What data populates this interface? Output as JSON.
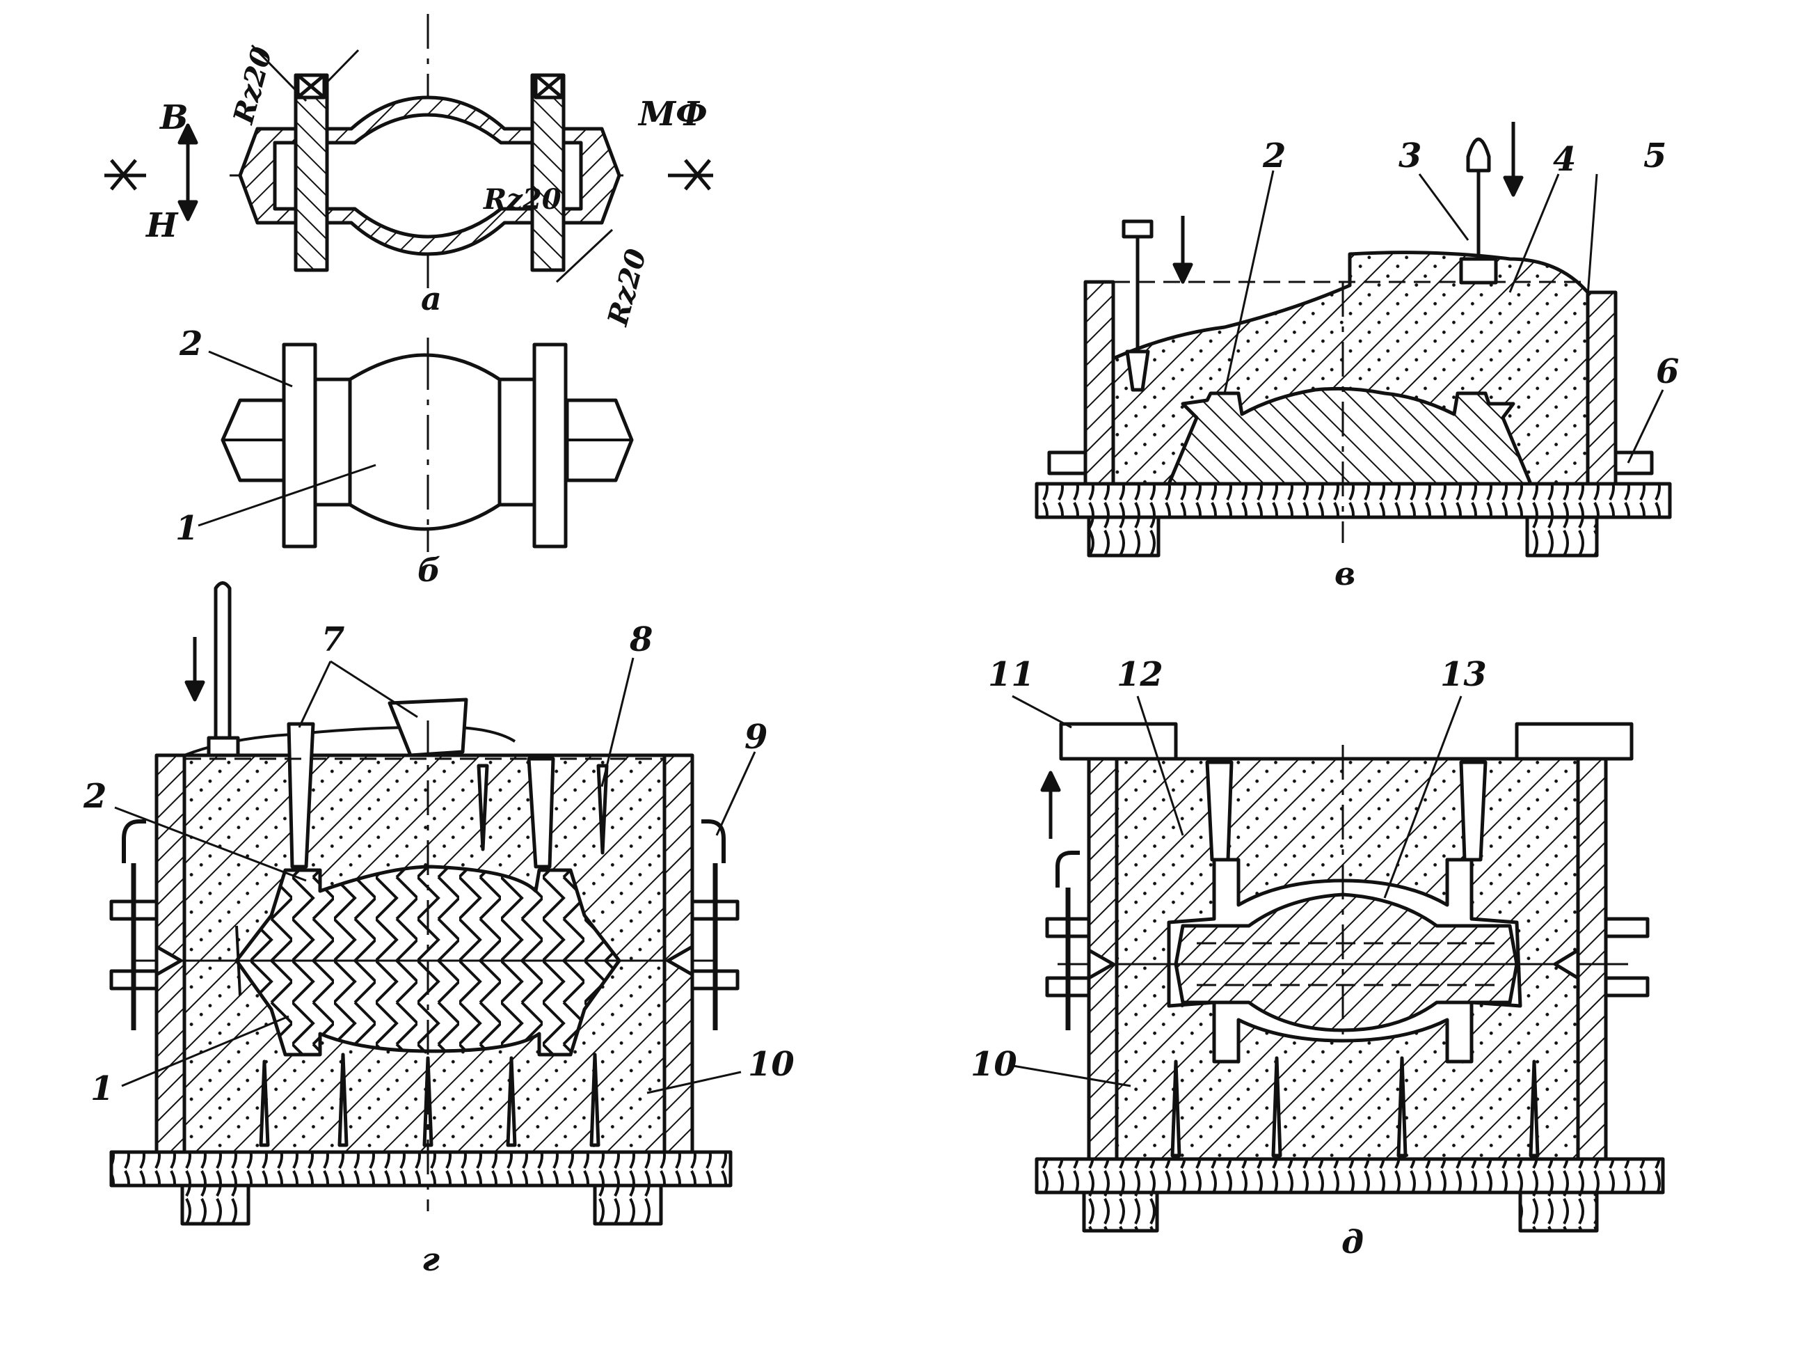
{
  "figure": {
    "captions": [
      "а",
      "б",
      "в",
      "г",
      "д"
    ],
    "panel_a": {
      "left_top": "В",
      "left_bottom": "Н",
      "right_label": "МФ",
      "roughness": [
        "Rz20",
        "Rz20",
        "Rz20"
      ]
    },
    "callouts": {
      "b": [
        "2",
        "1"
      ],
      "v": [
        "2",
        "3",
        "4",
        "5",
        "6"
      ],
      "g": [
        "7",
        "8",
        "9",
        "2",
        "1",
        "10"
      ],
      "d": [
        "11",
        "12",
        "13",
        "10"
      ]
    }
  }
}
